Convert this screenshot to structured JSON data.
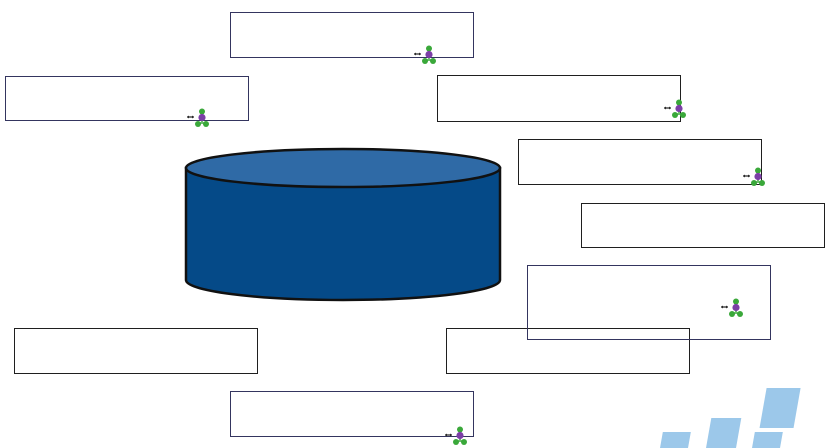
{
  "diagram": {
    "database": {
      "label": "",
      "body_color": "#054a88",
      "top_color": "#2f6aa6",
      "outline_color": "#111111"
    },
    "boxes": [
      {
        "id": "box-1",
        "label": "",
        "border": "navy",
        "icon": true
      },
      {
        "id": "box-2",
        "label": "",
        "border": "navy",
        "icon": true
      },
      {
        "id": "box-3",
        "label": "",
        "border": "black",
        "icon": true
      },
      {
        "id": "box-4",
        "label": "",
        "border": "black",
        "icon": true
      },
      {
        "id": "box-5",
        "label": "",
        "border": "black",
        "icon": false
      },
      {
        "id": "box-6",
        "label": "",
        "border": "navy",
        "icon": true
      },
      {
        "id": "box-7",
        "label": "",
        "border": "black",
        "icon": false
      },
      {
        "id": "box-8",
        "label": "",
        "border": "black",
        "icon": false
      },
      {
        "id": "box-9",
        "label": "",
        "border": "navy",
        "icon": true
      }
    ],
    "icon_name": "network-node-icon",
    "icon_colors": {
      "purple": "#7b3fa6",
      "green": "#3aa83a",
      "arrow": "#222222"
    },
    "watermark_color": "#9cc8ea"
  }
}
